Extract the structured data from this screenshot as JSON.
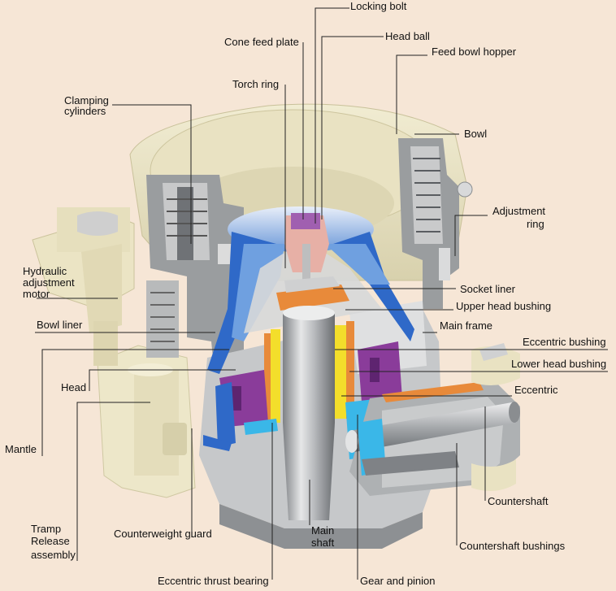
{
  "labels": {
    "locking_bolt": "Locking bolt",
    "head_ball": "Head ball",
    "cone_feed_plate": "Cone feed plate",
    "feed_bowl_hopper": "Feed bowl hopper",
    "torch_ring": "Torch ring",
    "clamping_cylinders_1": "Clamping",
    "clamping_cylinders_2": "cylinders",
    "bowl": "Bowl",
    "adjustment_ring_1": "Adjustment",
    "adjustment_ring_2": "ring",
    "hydraulic_1": "Hydraulic",
    "hydraulic_2": "adjustment",
    "hydraulic_3": "motor",
    "socket_liner": "Socket liner",
    "upper_head_bushing": "Upper head bushing",
    "bowl_liner": "Bowl liner",
    "main_frame": "Main frame",
    "eccentric_bushing": "Eccentric bushing",
    "lower_head_bushing": "Lower head bushing",
    "head": "Head",
    "eccentric": "Eccentric",
    "mantle": "Mantle",
    "countershaft": "Countershaft",
    "tramp_1": "Tramp",
    "tramp_2": "Release",
    "tramp_3": "assembly",
    "counterweight_guard": "Counterweight guard",
    "main_shaft_1": "Main",
    "main_shaft_2": "shaft",
    "countershaft_bushings": "Countershaft bushings",
    "eccentric_thrust_bearing": "Eccentric thrust bearing",
    "gear_and_pinion": "Gear and pinion"
  },
  "colors": {
    "background": "#f6e6d6",
    "casting_light": "#ece6c8",
    "casting_shadow": "#d2cba6",
    "steel_light": "#d9dadb",
    "steel_mid": "#a9abae",
    "steel_dark": "#6f7276",
    "liner_blue": "#2f69c8",
    "feed_blue": "#5d8fd6",
    "bushing_orange": "#e88a3a",
    "bushing_yellow": "#f3de2b",
    "eccentric_purple": "#8a3c9a",
    "thrust_cyan": "#3ab7e8",
    "head_ball_pink": "#e7b0a6",
    "leader": "#222222"
  }
}
